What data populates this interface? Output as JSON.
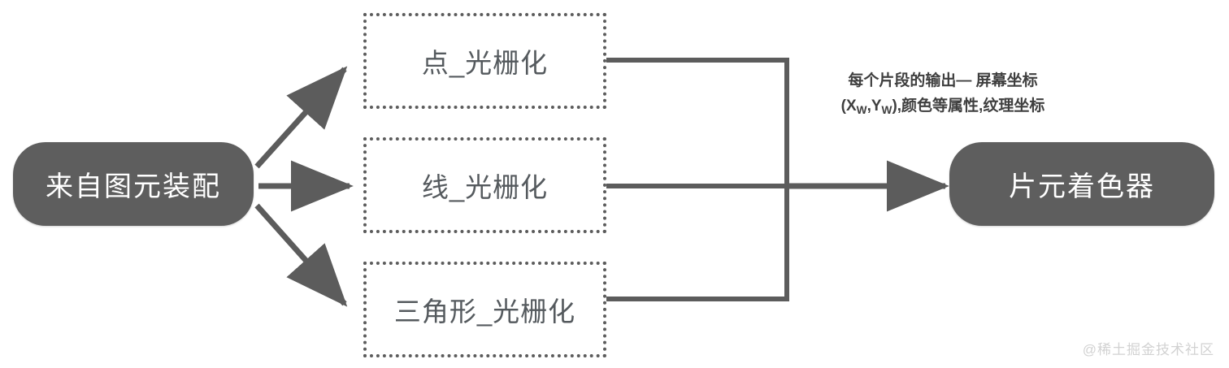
{
  "diagram": {
    "title": "rasterization-stage-diagram",
    "colors": {
      "node_fill": "#5e5e5e",
      "node_text": "#ffffff",
      "box_border": "#5c5c5c",
      "box_text": "#555a5e",
      "connector": "#5c5c5c",
      "annotation_text": "#3f3f3f",
      "watermark_text": "#d2d2d2",
      "background": "#ffffff"
    },
    "source_node": {
      "label": "来自图元装配"
    },
    "target_node": {
      "label": "片元着色器"
    },
    "stages": [
      {
        "label": "点_光栅化"
      },
      {
        "label": "线_光栅化"
      },
      {
        "label": "三角形_光栅化"
      }
    ],
    "annotation": {
      "line1": "每个片段的输出— 屏幕坐标",
      "line2_prefix": "(X",
      "line2_sub1": "W",
      "line2_mid": ",Y",
      "line2_sub2": "W",
      "line2_suffix": "),颜色等属性,纹理坐标"
    },
    "watermark": "@稀土掘金技术社区"
  }
}
